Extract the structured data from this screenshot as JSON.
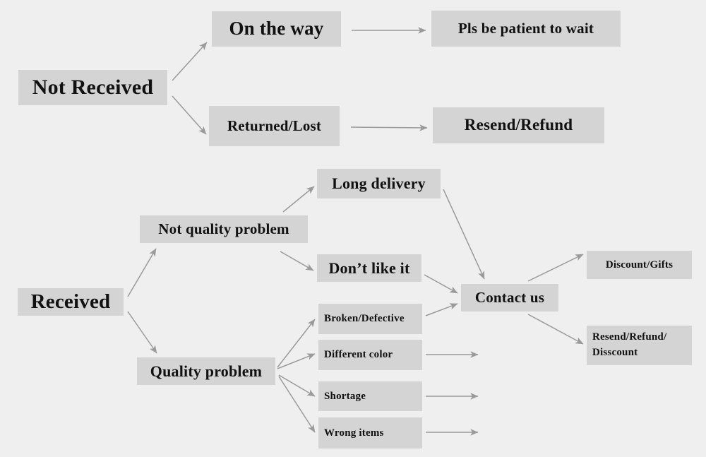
{
  "diagram": {
    "title": "Order issue resolution flowchart",
    "background_color": "#efefef",
    "node_color": "#d4d4d4",
    "text_color": "#111111",
    "arrow_color": "#9a9a9a",
    "nodes": {
      "not_received": "Not Received",
      "on_the_way": "On the way",
      "pls_wait": "Pls be patient to wait",
      "returned_lost": "Returned/Lost",
      "resend_refund": "Resend/Refund",
      "received": "Received",
      "not_quality_problem": "Not quality problem",
      "long_delivery": "Long delivery",
      "dont_like_it": "Don’t like it",
      "quality_problem": "Quality problem",
      "broken_defective": "Broken/Defective",
      "different_color": "Different color",
      "shortage": "Shortage",
      "wrong_items": "Wrong items",
      "contact_us": "Contact us",
      "discount_gifts": "Discount/Gifts",
      "resend_refund_discount": "Resend/Refund/\nDisscount"
    },
    "edges": [
      {
        "from": "not_received",
        "to": "on_the_way"
      },
      {
        "from": "not_received",
        "to": "returned_lost"
      },
      {
        "from": "on_the_way",
        "to": "pls_wait"
      },
      {
        "from": "returned_lost",
        "to": "resend_refund"
      },
      {
        "from": "received",
        "to": "not_quality_problem"
      },
      {
        "from": "received",
        "to": "quality_problem"
      },
      {
        "from": "not_quality_problem",
        "to": "long_delivery"
      },
      {
        "from": "not_quality_problem",
        "to": "dont_like_it"
      },
      {
        "from": "long_delivery",
        "to": "contact_us"
      },
      {
        "from": "dont_like_it",
        "to": "contact_us"
      },
      {
        "from": "quality_problem",
        "to": "broken_defective"
      },
      {
        "from": "quality_problem",
        "to": "different_color"
      },
      {
        "from": "quality_problem",
        "to": "shortage"
      },
      {
        "from": "quality_problem",
        "to": "wrong_items"
      },
      {
        "from": "broken_defective",
        "to": "contact_us"
      },
      {
        "from": "different_color",
        "to": "contact_us"
      },
      {
        "from": "shortage",
        "to": "contact_us"
      },
      {
        "from": "wrong_items",
        "to": "contact_us"
      },
      {
        "from": "contact_us",
        "to": "discount_gifts"
      },
      {
        "from": "contact_us",
        "to": "resend_refund_discount"
      }
    ]
  }
}
